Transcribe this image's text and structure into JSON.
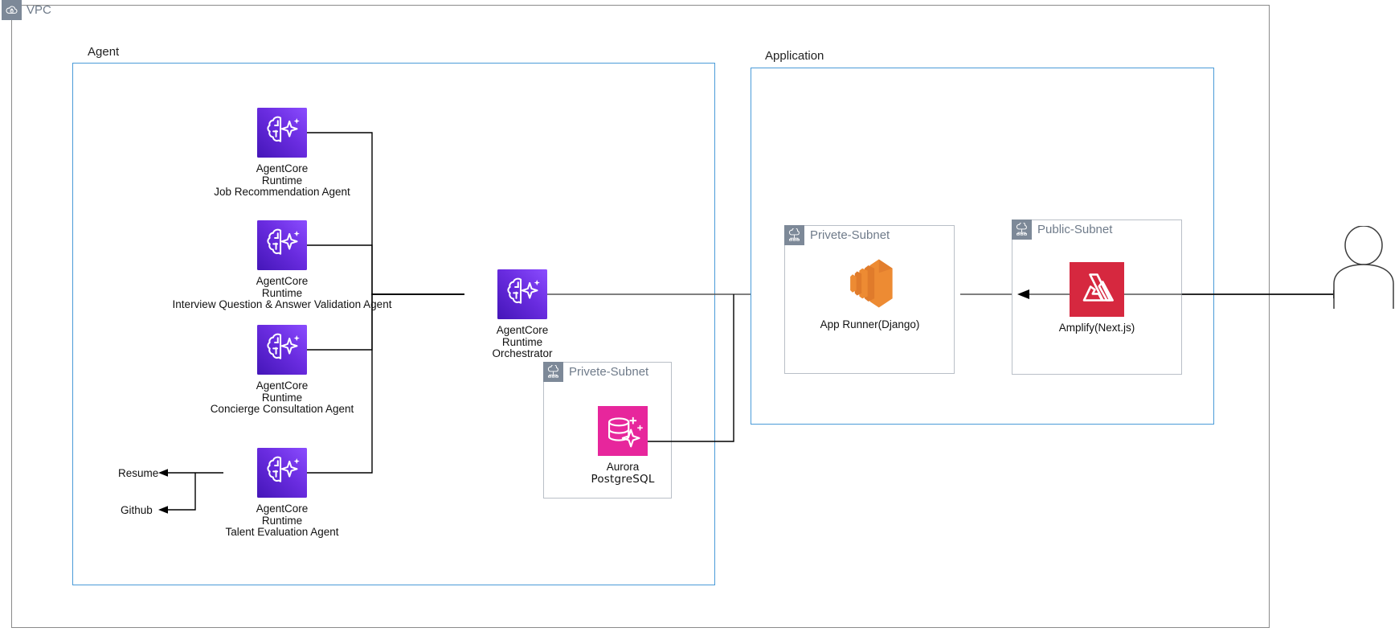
{
  "diagram": {
    "title": "VPC",
    "type": "aws-architecture-diagram"
  },
  "vpc": {
    "label": "VPC",
    "icon": "vpc-cloud-lock-icon"
  },
  "groups": [
    {
      "id": "agent",
      "label": "Agent",
      "border_color": "#4a9bd8"
    },
    {
      "id": "application",
      "label": "Application",
      "border_color": "#4a9bd8"
    }
  ],
  "subnets": [
    {
      "id": "db-subnet",
      "label": "Privete-Subnet",
      "icon": "subnet-icon"
    },
    {
      "id": "app-runner-subnet",
      "label": "Privete-Subnet",
      "icon": "subnet-icon"
    },
    {
      "id": "amplify-subnet",
      "label": "Public-Subnet",
      "icon": "subnet-icon"
    }
  ],
  "nodes": {
    "job_recommendation": {
      "icon": "agentcore-runtime-icon",
      "lines": [
        "AgentCore",
        "Runtime",
        "Job Recommendation Agent"
      ]
    },
    "interview_validation": {
      "icon": "agentcore-runtime-icon",
      "lines": [
        "AgentCore",
        "Runtime",
        "Interview Question & Answer Validation Agent"
      ]
    },
    "concierge": {
      "icon": "agentcore-runtime-icon",
      "lines": [
        "AgentCore",
        "Runtime",
        "Concierge Consultation Agent"
      ]
    },
    "talent_evaluation": {
      "icon": "agentcore-runtime-icon",
      "lines": [
        "AgentCore",
        "Runtime",
        "Talent Evaluation Agent"
      ]
    },
    "orchestrator": {
      "icon": "agentcore-runtime-icon",
      "lines": [
        "AgentCore",
        "Runtime",
        "Orchestrator"
      ]
    },
    "aurora": {
      "icon": "aurora-database-icon",
      "lines": [
        "Aurora",
        "PostgreSQL"
      ]
    },
    "app_runner": {
      "icon": "app-runner-icon",
      "lines": [
        "App Runner(Django)"
      ]
    },
    "amplify": {
      "icon": "amplify-icon",
      "lines": [
        "Amplify(Next.js)"
      ]
    },
    "user": {
      "icon": "user-actor-icon",
      "lines": []
    }
  },
  "endpoints": [
    {
      "id": "resume",
      "label": "Resume"
    },
    {
      "id": "github",
      "label": "Github"
    }
  ],
  "colors": {
    "agentcore_purple_dark": "#4d1fc9",
    "agentcore_purple_light": "#8a4bff",
    "aurora_magenta": "#e7269c",
    "app_runner_orange": "#ed8b33",
    "amplify_red": "#d6283f",
    "group_blue": "#4a9bd8",
    "vpc_gray": "#8a8a8a",
    "chip_gray": "#7d8998",
    "label_gray": "#6f7b8a"
  }
}
